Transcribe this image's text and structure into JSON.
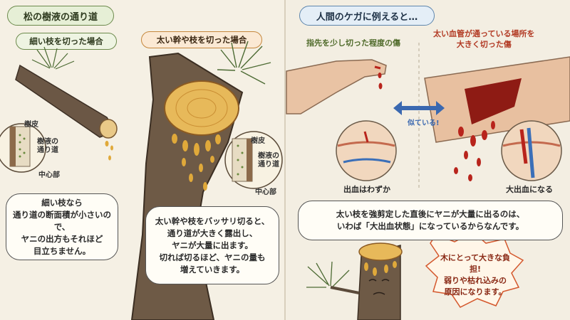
{
  "left": {
    "title": "松の樹液の通り道",
    "thin_branch": {
      "heading": "細い枝を切った場合",
      "labels": {
        "bark": "樹皮",
        "sap_path_1": "樹液の",
        "sap_path_2": "通り道",
        "center": "中心部"
      },
      "note_lines": [
        "細い枝なら",
        "通り道の断面積が小さいので、",
        "ヤニの出方もそれほど",
        "目立ちません。"
      ]
    },
    "thick_branch": {
      "heading": "太い幹や枝を切った場合",
      "labels": {
        "bark": "樹皮",
        "sap_path_1": "樹液の",
        "sap_path_2": "通り道",
        "center": "中心部"
      },
      "note_lines": [
        "太い幹や枝をバッサリ切ると、",
        "通り道が大きく露出し、",
        "ヤニが大量に出ます。",
        "切れば切るほど、ヤニの量も",
        "増えていきます。"
      ]
    }
  },
  "right": {
    "title": "人間のケガに例えると…",
    "small_wound": {
      "heading": "指先を少し切った程度の傷",
      "caption": "出血はわずか"
    },
    "large_wound": {
      "heading_lines": [
        "太い血管が通っている場所を",
        "大きく切った傷"
      ],
      "caption": "大出血になる"
    },
    "compare_label": "似ている!",
    "conclusion": {
      "line1": "太い枝を強剪定した直後にヤニが大量に出るのは、",
      "line2_before": "いわば「",
      "line2_emphasis": "大出血状態",
      "line2_after": "」になっているからなんです。"
    },
    "burden_lines": [
      "木にとって大きな負担!",
      "弱りや枯れ込みの",
      "原因になります。"
    ]
  },
  "colors": {
    "sap": "#e0a93a",
    "blood": "#b8241c",
    "bark": "#5b4a3a",
    "vessel_blue": "#3b6fb8"
  }
}
